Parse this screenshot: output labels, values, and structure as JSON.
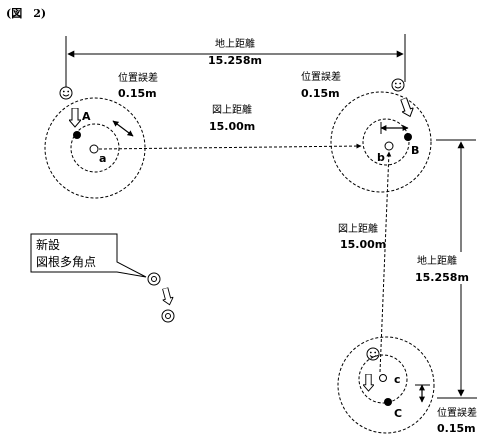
{
  "figure": {
    "label": "(図　2)"
  },
  "ground_distance_top": {
    "label": "地上距離",
    "value": "15.258m"
  },
  "ground_distance_right": {
    "label": "地上距離",
    "value": "15.258m"
  },
  "map_distance_ab": {
    "label": "図上距離",
    "value": "15.00m"
  },
  "map_distance_bc": {
    "label": "図上距離",
    "value": "15.00m"
  },
  "position_error_a": {
    "label": "位置誤差",
    "value": "0.15m"
  },
  "position_error_b": {
    "label": "位置誤差",
    "value": "0.15m"
  },
  "position_error_c": {
    "label": "位置誤差",
    "value": "0.15m"
  },
  "points": {
    "A": "A",
    "B": "B",
    "C": "C",
    "a": "a",
    "b": "b",
    "c": "c"
  },
  "callout": {
    "line1": "新設",
    "line2": "図根多角点"
  },
  "icons": {
    "surveyor": "smiley-face-icon",
    "direction": "down-arrow-icon",
    "station": "double-circle-station-icon"
  }
}
